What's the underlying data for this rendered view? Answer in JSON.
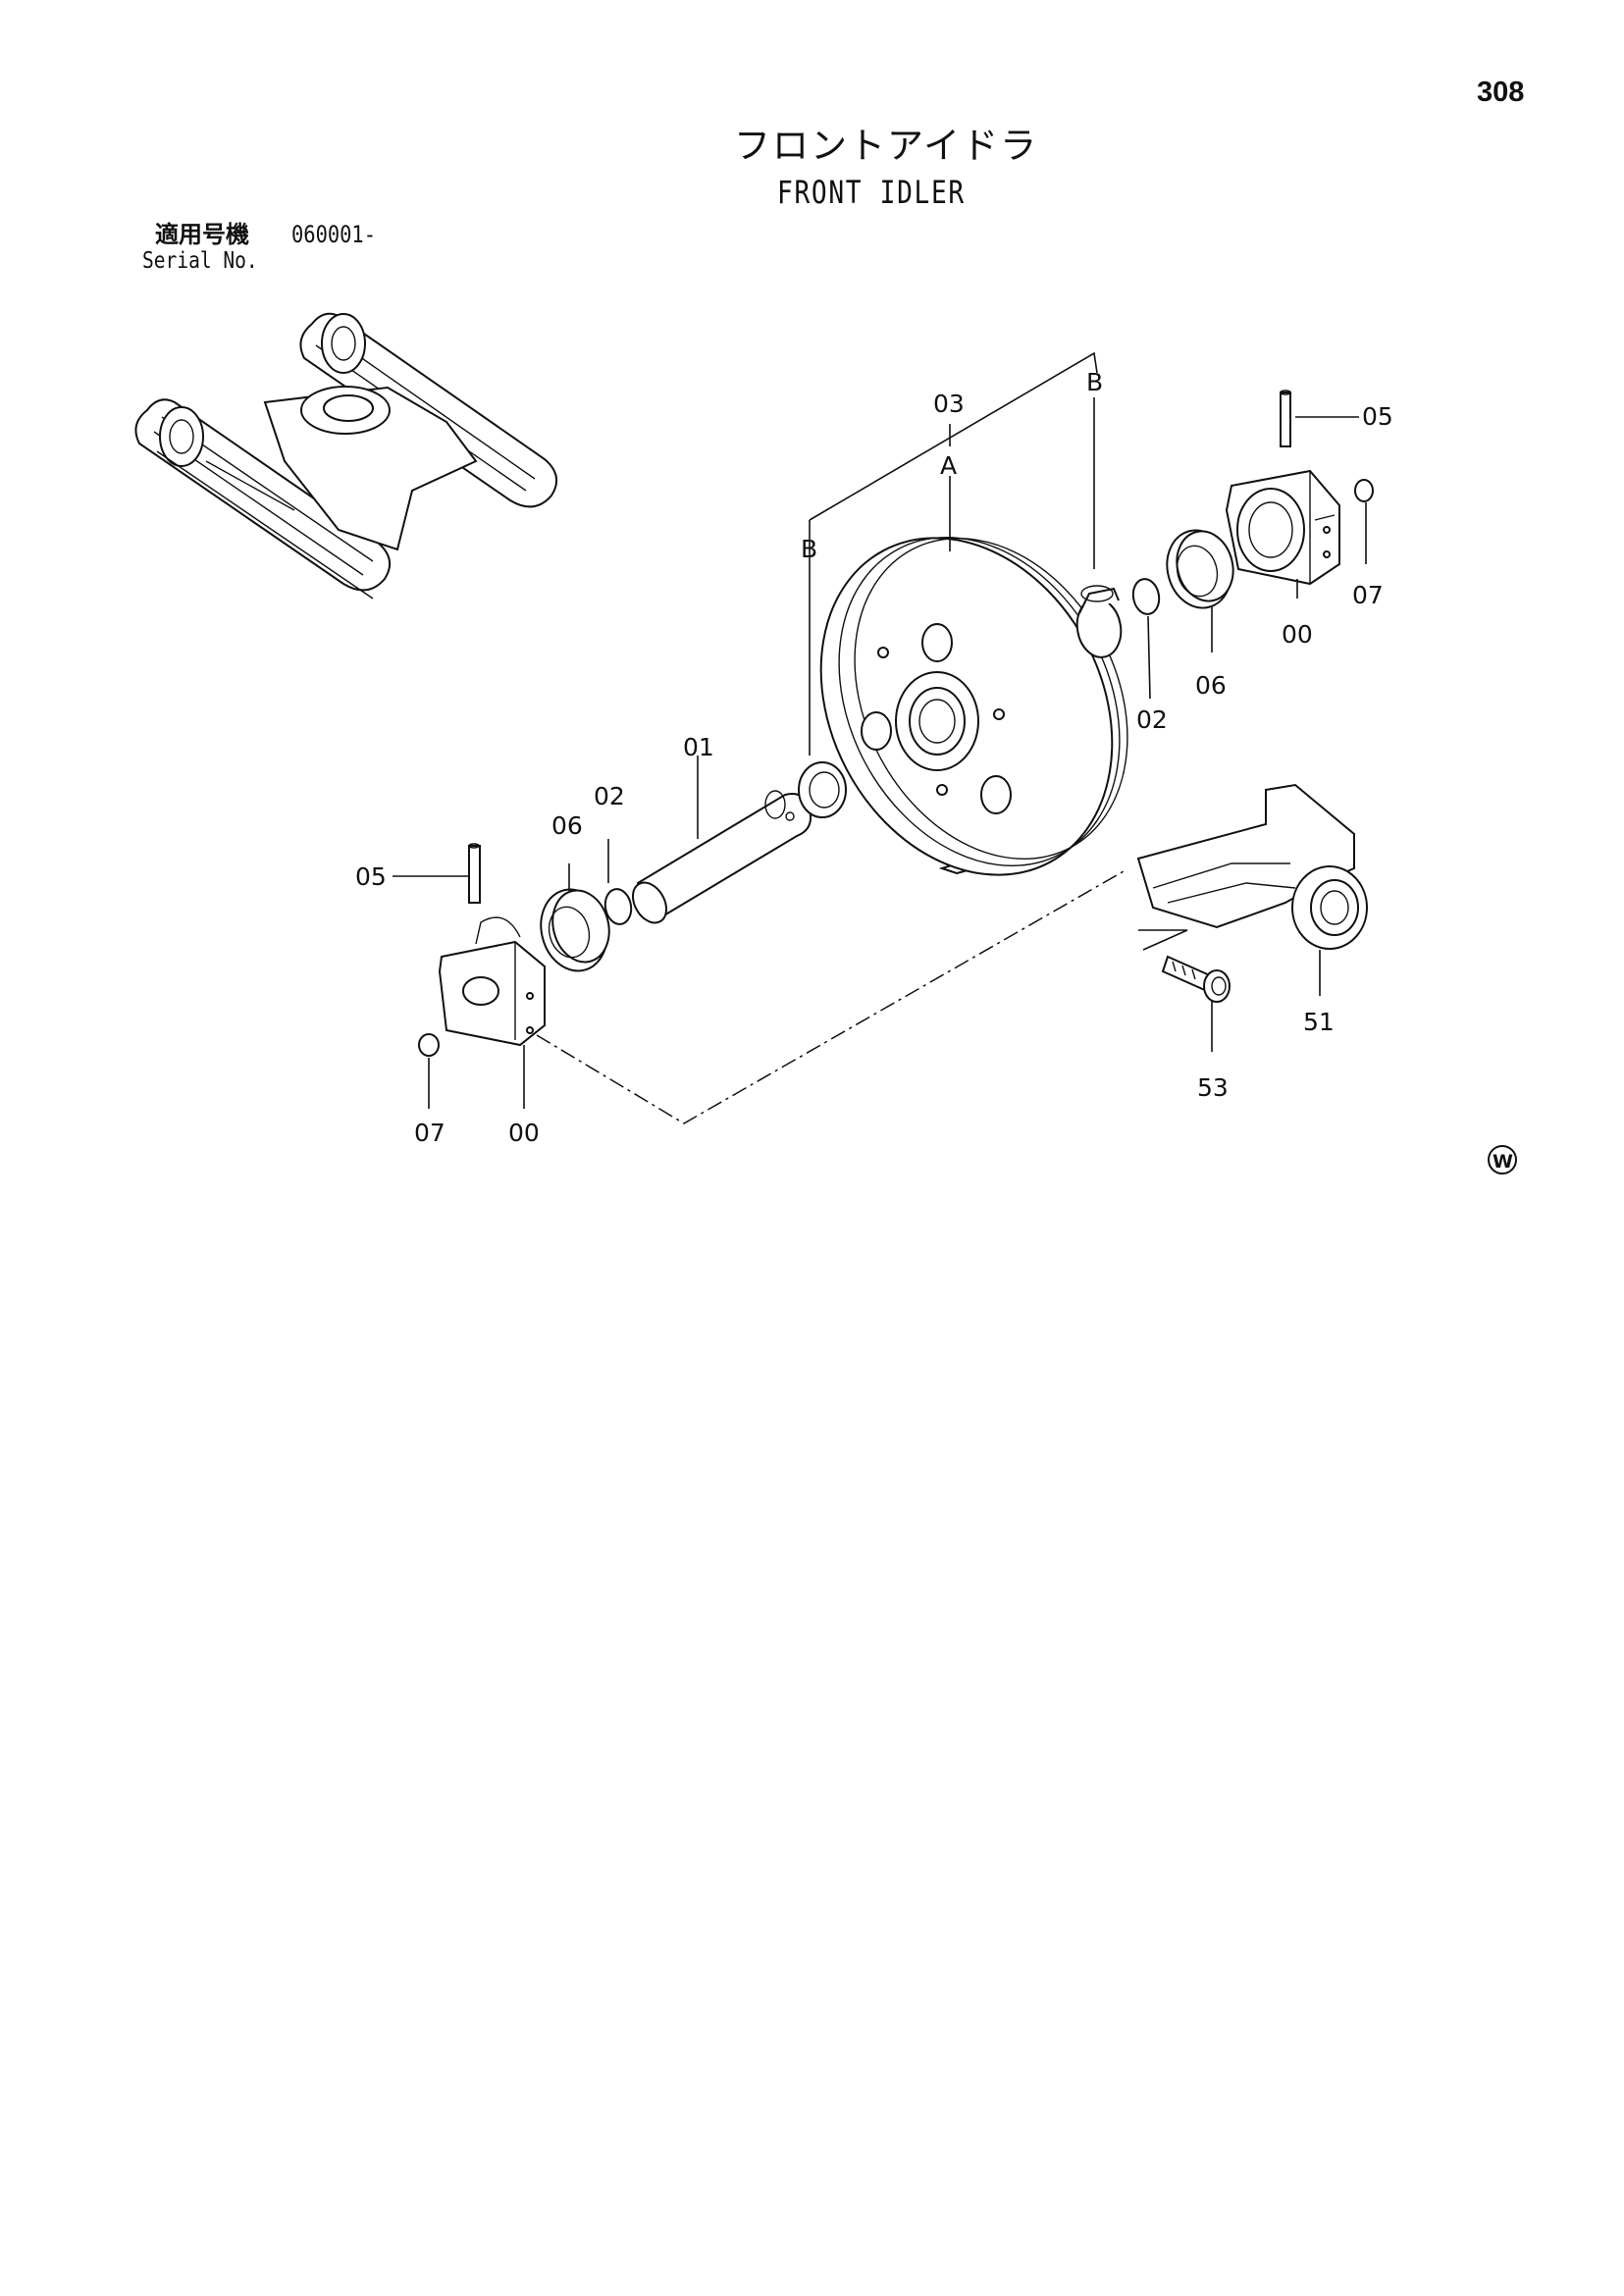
{
  "page_number": "308",
  "title_jp": "フロントアイドラ",
  "title_en": "FRONT IDLER",
  "serial": {
    "label_jp": "適用号機",
    "value": "060001-",
    "label_en": "Serial No."
  },
  "callouts": {
    "c00_right": "00",
    "c00_left": "00",
    "c01": "01",
    "c02_right": "02",
    "c02_left": "02",
    "c03": "03",
    "c05_right": "05",
    "c05_left": "05",
    "c06_right": "06",
    "c06_left": "06",
    "c07_right": "07",
    "c07_left": "07",
    "c51": "51",
    "c53": "53",
    "ref_a": "A",
    "ref_b_top": "B",
    "ref_b_left": "B"
  },
  "mark": "W"
}
